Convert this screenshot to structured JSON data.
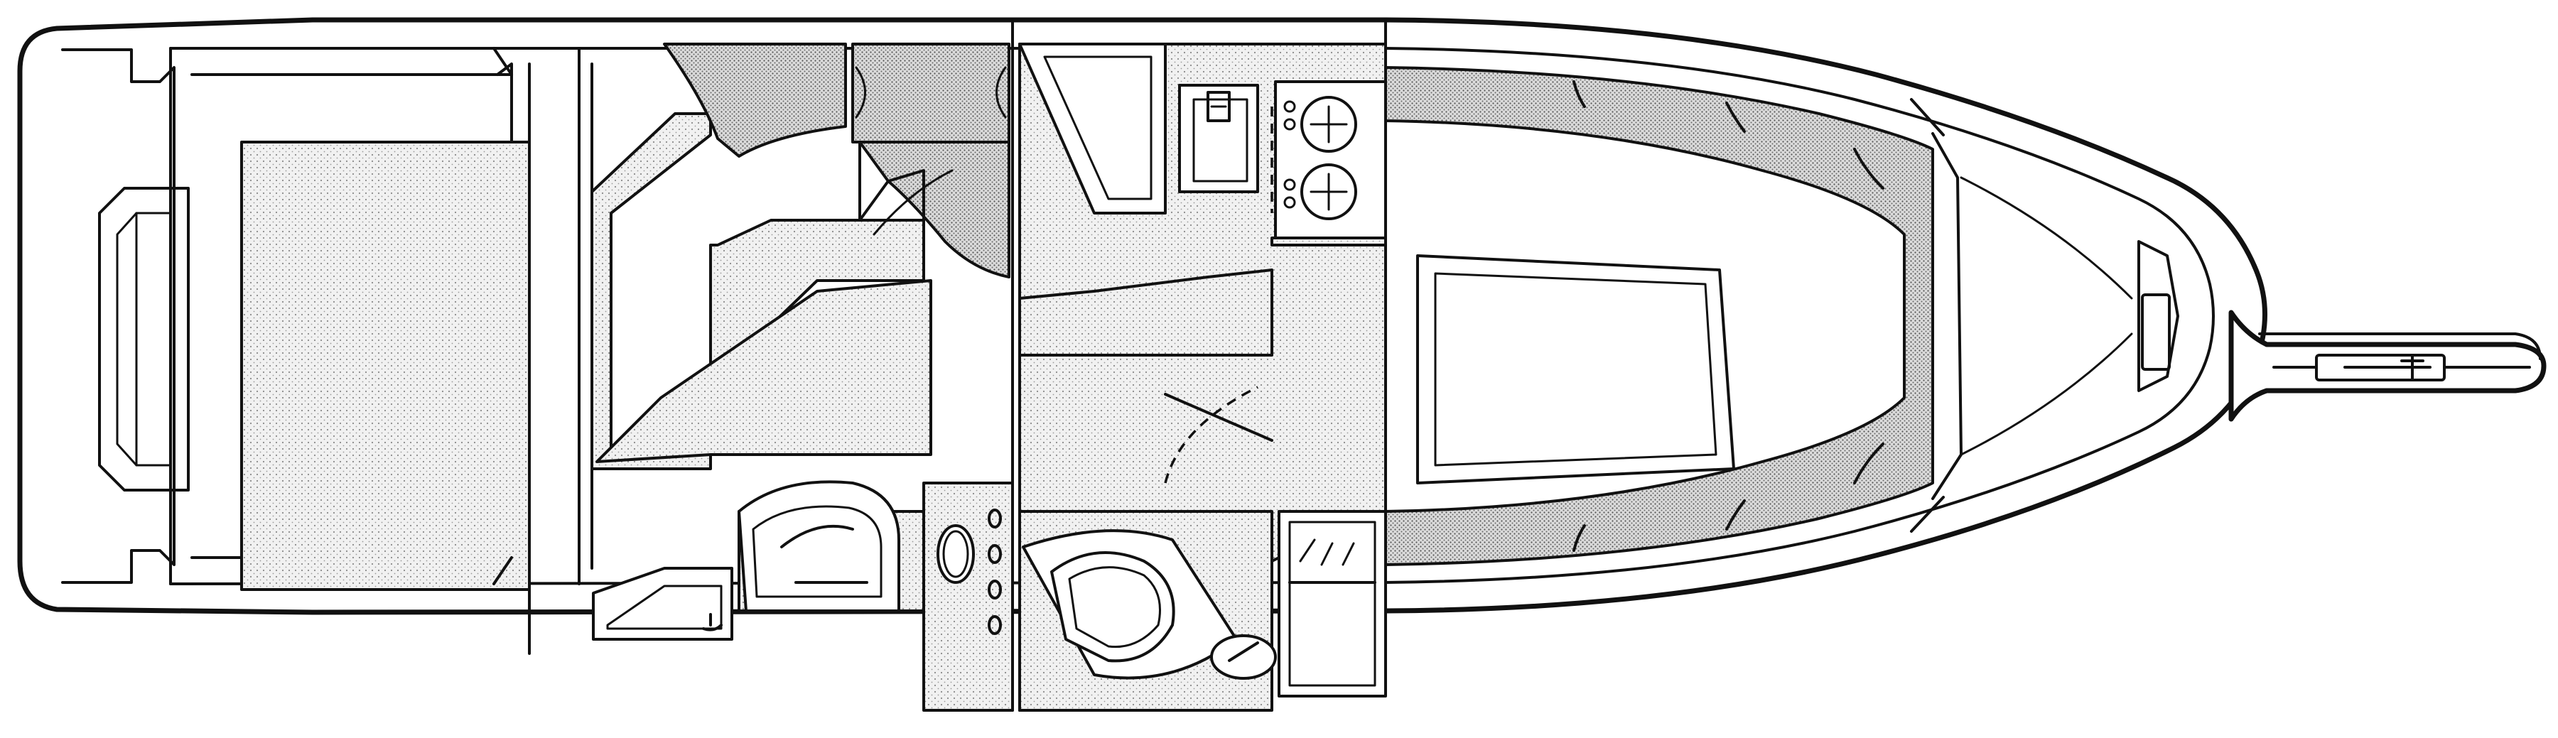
{
  "diagram": {
    "kind": "boat-floor-plan",
    "orientation": "bow-right",
    "colors": {
      "line": "#111111",
      "background": "#ffffff",
      "light_stipple": "#e4e4e4",
      "dense_stipple": "#c8c8c8"
    },
    "parts": [
      "transom-swim-platform",
      "cockpit-hatch",
      "helm-area",
      "companionway-steps",
      "galley-sink",
      "galley-stove",
      "head-toilet",
      "dinette-table",
      "v-berth-cushions",
      "bow-pulpit",
      "anchor"
    ]
  }
}
